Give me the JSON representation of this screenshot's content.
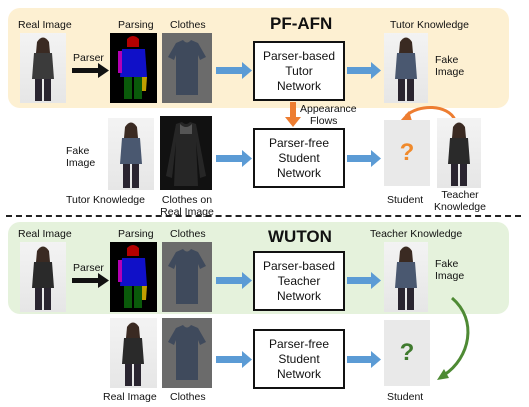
{
  "pfafn": {
    "title": "PF-AFN",
    "real_image": "Real Image",
    "parsing": "Parsing",
    "clothes": "Clothes",
    "tutor_knowledge_top": "Tutor Knowledge",
    "parser_label": "Parser",
    "parser_based_box": [
      "Parser-based",
      "Tutor",
      "Network"
    ],
    "fake_image_right": [
      "Fake",
      "Image"
    ],
    "appearance_flows": [
      "Appearance",
      "Flows"
    ],
    "fake_image_left": [
      "Fake",
      "Image"
    ],
    "tutor_knowledge_bottom": "Tutor Knowledge",
    "clothes_on_real": [
      "Clothes on",
      "Real Image"
    ],
    "parser_free_box": [
      "Parser-free",
      "Student",
      "Network"
    ],
    "student": "Student",
    "teacher_knowledge": [
      "Teacher",
      "Knowledge"
    ],
    "question": "?"
  },
  "wuton": {
    "title": "WUTON",
    "real_image": "Real Image",
    "parsing": "Parsing",
    "clothes": "Clothes",
    "teacher_knowledge_top": "Teacher Knowledge",
    "parser_label": "Parser",
    "parser_based_box": [
      "Parser-based",
      "Teacher",
      "Network"
    ],
    "fake_image": [
      "Fake",
      "Image"
    ],
    "parser_free_box": [
      "Parser-free",
      "Student",
      "Network"
    ],
    "real_image_bottom": "Real Image",
    "clothes_bottom": "Clothes",
    "student": "Student",
    "question": "?"
  },
  "colors": {
    "panel_top": "#fdf0d2",
    "panel_bottom": "#e5f2dc",
    "arrow_blue": "#5b9bd5",
    "arrow_orange": "#ed7d31",
    "arrow_green": "#4e8a34"
  }
}
